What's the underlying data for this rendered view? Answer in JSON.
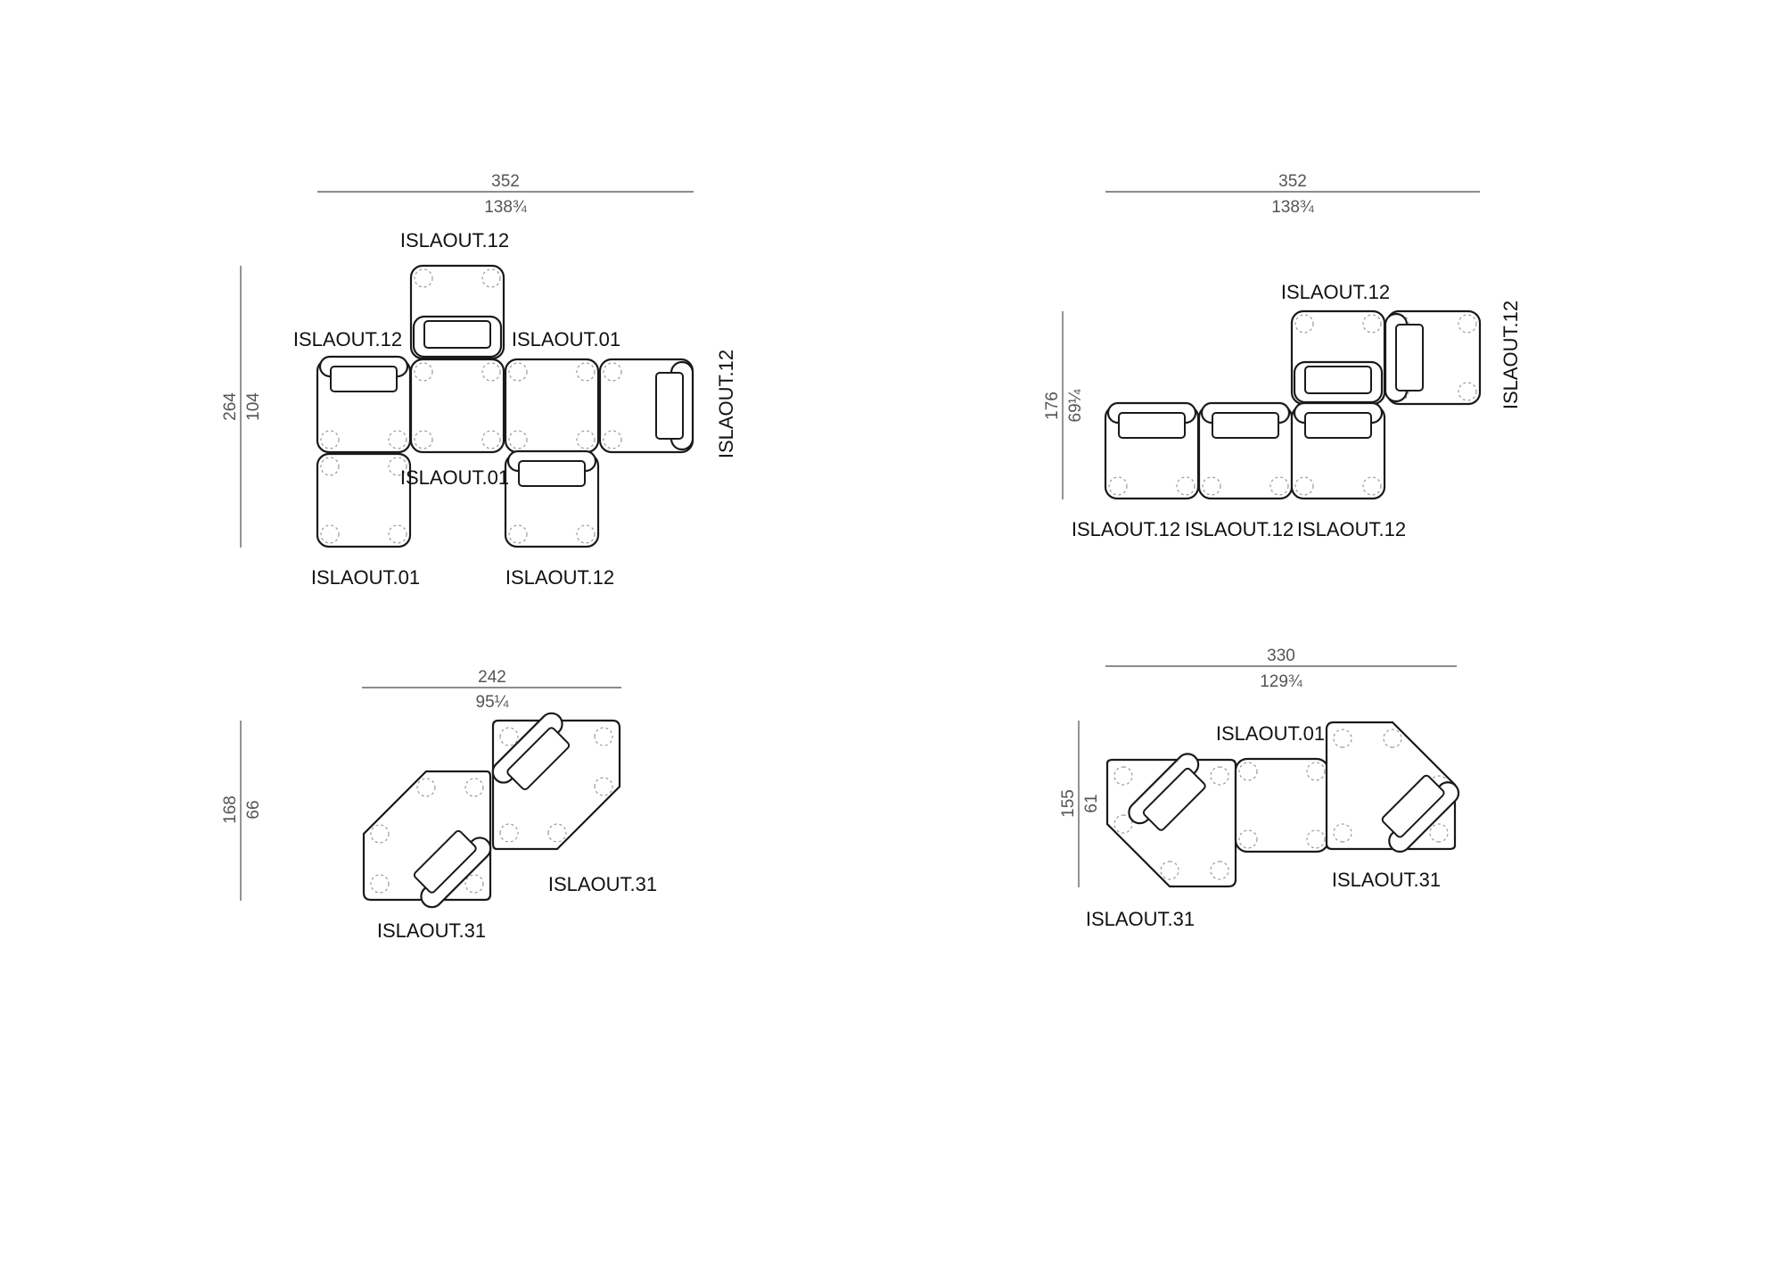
{
  "layouts": [
    {
      "id": "A",
      "width_cm": "352",
      "width_in": "138¾",
      "depth_cm": "264",
      "depth_in": "104",
      "labels": [
        "ISLAOUT.12",
        "ISLAOUT.12",
        "ISLAOUT.01",
        "ISLAOUT.12",
        "ISLAOUT.01",
        "ISLAOUT.01",
        "ISLAOUT.12"
      ]
    },
    {
      "id": "B",
      "width_cm": "352",
      "width_in": "138¾",
      "depth_cm": "176",
      "depth_in": "69¼",
      "labels": [
        "ISLAOUT.12",
        "ISLAOUT.12",
        "ISLAOUT.12",
        "ISLAOUT.12",
        "ISLAOUT.12"
      ]
    },
    {
      "id": "C",
      "width_cm": "242",
      "width_in": "95¼",
      "depth_cm": "168",
      "depth_in": "66",
      "labels": [
        "ISLAOUT.31",
        "ISLAOUT.31"
      ]
    },
    {
      "id": "D",
      "width_cm": "330",
      "width_in": "129¾",
      "depth_cm": "155",
      "depth_in": "61",
      "labels": [
        "ISLAOUT.01",
        "ISLAOUT.31",
        "ISLAOUT.31"
      ]
    }
  ]
}
